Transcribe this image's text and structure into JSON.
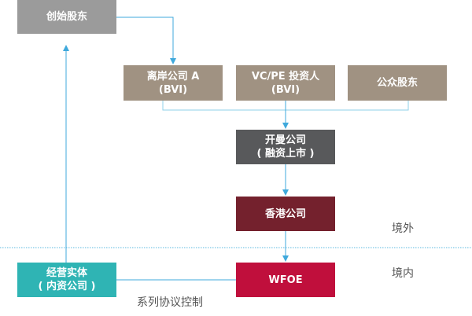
{
  "diagram": {
    "nodes": {
      "founders": {
        "lines": [
          "创始股东"
        ],
        "color": "#9b9b9b"
      },
      "offshore_a": {
        "lines": [
          "离岸公司 A",
          "(BVI)"
        ],
        "color": "#a09282"
      },
      "vcpe": {
        "lines": [
          "VC/PE 投资人",
          "(BVI)"
        ],
        "color": "#a09282"
      },
      "public": {
        "lines": [
          "公众股东"
        ],
        "color": "#a09282"
      },
      "cayman": {
        "lines": [
          "开曼公司",
          "( 融资上市 )"
        ],
        "color": "#58595b"
      },
      "hk": {
        "lines": [
          "香港公司"
        ],
        "color": "#74212d"
      },
      "wfoe": {
        "lines": [
          "WFOE"
        ],
        "color": "#c00f3c"
      },
      "opco": {
        "lines": [
          "经营实体",
          "( 内资公司 )"
        ],
        "color": "#2fb4b4"
      }
    },
    "labels": {
      "offshore": "境外",
      "onshore": "境内",
      "vie": "系列协议控制"
    },
    "edges": [
      {
        "from": "founders",
        "to": "offshore_a"
      },
      {
        "from": "offshore_a",
        "to": "cayman"
      },
      {
        "from": "vcpe",
        "to": "cayman"
      },
      {
        "from": "public",
        "to": "cayman"
      },
      {
        "from": "cayman",
        "to": "hk"
      },
      {
        "from": "hk",
        "to": "wfoe"
      },
      {
        "from": "wfoe",
        "to": "opco",
        "label": "系列协议控制"
      },
      {
        "from": "opco",
        "to": "founders"
      }
    ],
    "line_color": "#3fa9dc",
    "divider_color": "#7cc7e6"
  }
}
